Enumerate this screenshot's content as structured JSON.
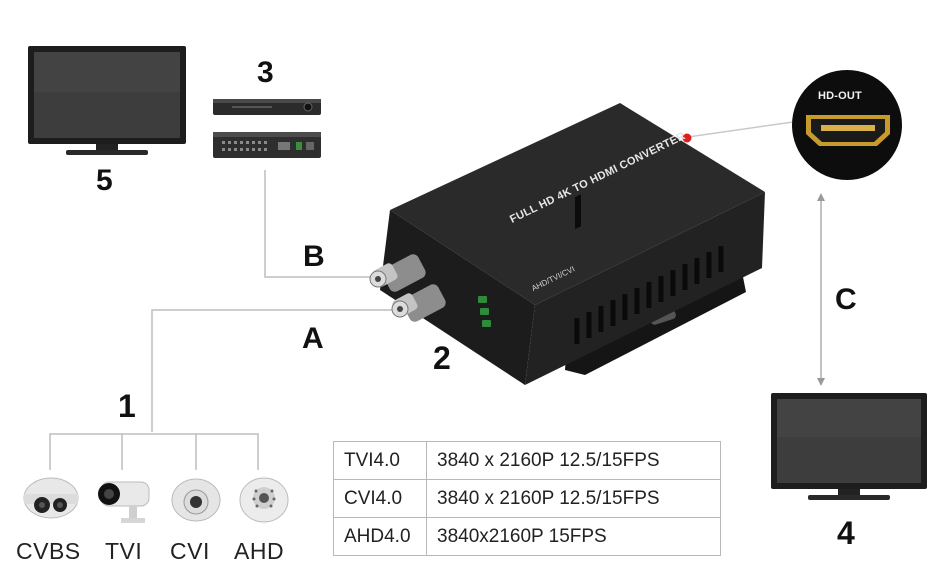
{
  "labels": {
    "n1": "1",
    "n2": "2",
    "n3": "3",
    "n4": "4",
    "n5": "5",
    "a": "A",
    "b": "B",
    "c": "C"
  },
  "device": {
    "title": "FULL HD 4K TO HDMI CONVERTER",
    "subtitle": "AHD/TVI/CVI"
  },
  "port": {
    "label": "HD-OUT"
  },
  "cameras": [
    "CVBS",
    "TVI",
    "CVI",
    "AHD"
  ],
  "specs": [
    {
      "format": "TVI4.0",
      "value": "3840 x 2160P 12.5/15FPS"
    },
    {
      "format": "CVI4.0",
      "value": "3840 x 2160P 12.5/15FPS"
    },
    {
      "format": "AHD4.0",
      "value": "3840x2160P 15FPS"
    }
  ]
}
